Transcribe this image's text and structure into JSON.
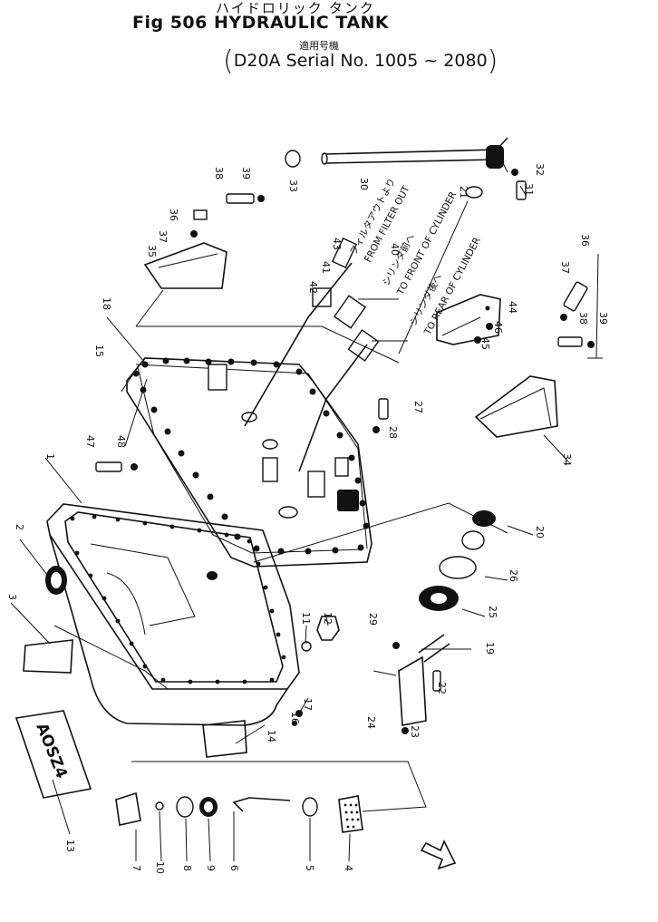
{
  "header": {
    "jp_title": "ハイドロリック タンク",
    "title": "Fig 506 HYDRAULIC TANK",
    "jp_applicable": "適用号機",
    "serial_open": "(",
    "serial": "D20A Serial No. 1005 ~ 2080",
    "serial_close": ")"
  },
  "callouts": {
    "from_filter_jp": "フィルタアウトより",
    "from_filter": "FROM FILTER OUT",
    "to_front_jp": "シリンダ前へ",
    "to_front": "TO FRONT OF CYLINDER",
    "to_rear_jp": "シリンダ後へ",
    "to_rear": "TO REAR OF CYLINDER"
  },
  "decal_text": "AOSZ4",
  "part_numbers": [
    "1",
    "2",
    "3",
    "4",
    "5",
    "6",
    "7",
    "8",
    "9",
    "10",
    "11",
    "12",
    "13",
    "14",
    "15",
    "16",
    "17",
    "18",
    "19",
    "20",
    "21",
    "22",
    "23",
    "24",
    "25",
    "26",
    "27",
    "28",
    "29",
    "30",
    "31",
    "32",
    "33",
    "34",
    "35",
    "36",
    "37",
    "38",
    "39",
    "40",
    "41",
    "42",
    "43",
    "44",
    "45",
    "46",
    "47",
    "48"
  ]
}
